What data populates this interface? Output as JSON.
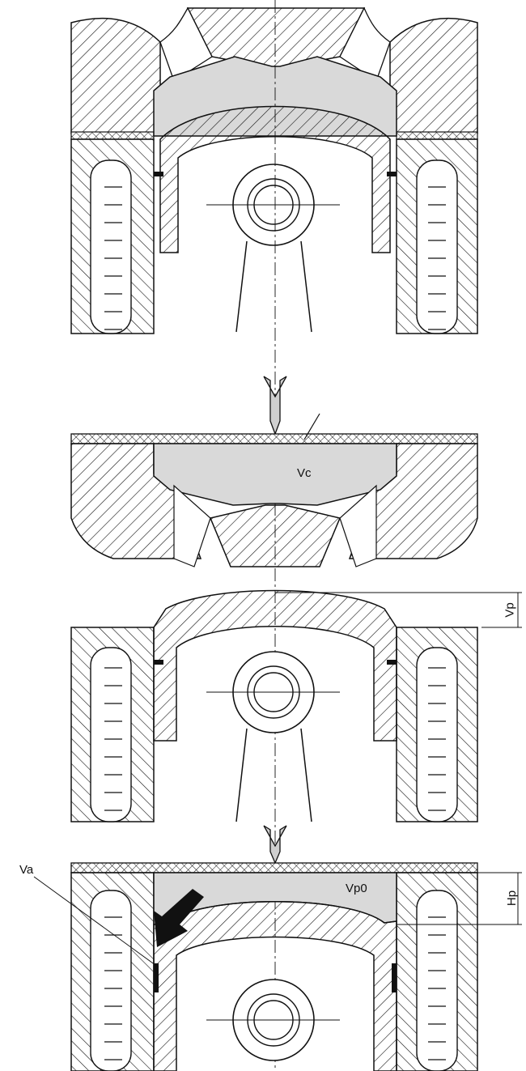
{
  "labels": {
    "vc": "Vc",
    "vp": "Vp",
    "vp0": "Vp0",
    "hp": "Hp",
    "va": "Va"
  },
  "colors": {
    "line": "#111111",
    "gas_fill": "#d9d9d9",
    "arrow_fill": "#cfcfcf",
    "background": "#ffffff"
  }
}
